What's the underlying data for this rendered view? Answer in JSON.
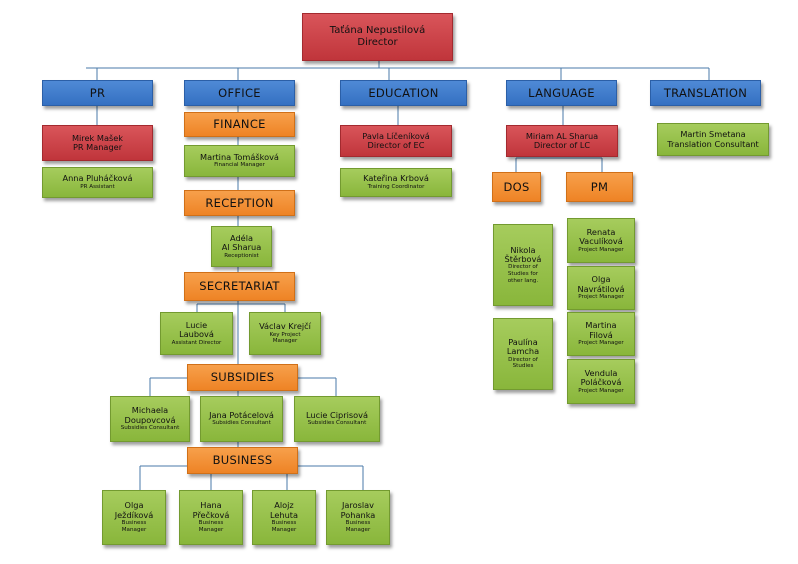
{
  "director": {
    "name": "Taťána Nepustilová",
    "title": "Director"
  },
  "departments": [
    {
      "key": "pr",
      "label": "PR"
    },
    {
      "key": "office",
      "label": "OFFICE"
    },
    {
      "key": "education",
      "label": "EDUCATION"
    },
    {
      "key": "language",
      "label": "LANGUAGE"
    },
    {
      "key": "translation",
      "label": "TRANSLATION"
    }
  ],
  "pr": {
    "manager": {
      "name": "Mirek Mašek",
      "title": "PR Manager"
    },
    "assistant": {
      "name": "Anna Pluháčková",
      "title": "PR Assistant"
    }
  },
  "office": {
    "finance": {
      "label": "FINANCE",
      "staff": [
        {
          "name": "Martina Tomášková",
          "title": "Financial Manager"
        }
      ]
    },
    "reception": {
      "label": "RECEPTION",
      "staff": [
        {
          "name_lines": [
            "Adéla",
            "Al Sharua"
          ],
          "title": "Receptionist"
        }
      ]
    },
    "secretariat": {
      "label": "SECRETARIAT",
      "staff": [
        {
          "name_lines": [
            "Lucie",
            "Laubová"
          ],
          "title": "Assistant Director"
        },
        {
          "name_lines": [
            "Václav Krejčí"
          ],
          "title_lines": [
            "Key Project",
            "Manager"
          ]
        }
      ]
    },
    "subsidies": {
      "label": "SUBSIDIES",
      "staff": [
        {
          "name_lines": [
            "Michaela",
            "Doupovcová"
          ],
          "title": "Subsidies Consultant"
        },
        {
          "name_lines": [
            "Jana Potácelová"
          ],
          "title": "Subsidies Consultant"
        },
        {
          "name_lines": [
            "Lucie Ciprisová"
          ],
          "title": "Subsidies Consultant"
        }
      ]
    },
    "business": {
      "label": "BUSINESS",
      "staff": [
        {
          "name_lines": [
            "Olga",
            "Ježdíková"
          ],
          "title_lines": [
            "Business",
            "Manager"
          ]
        },
        {
          "name_lines": [
            "Hana",
            "Přečková"
          ],
          "title_lines": [
            "Business",
            "Manager"
          ]
        },
        {
          "name_lines": [
            "Alojz",
            "Lehuta"
          ],
          "title_lines": [
            "Business",
            "Manager"
          ]
        },
        {
          "name_lines": [
            "Jaroslav",
            "Pohanka"
          ],
          "title_lines": [
            "Business",
            "Manager"
          ]
        }
      ]
    }
  },
  "education": {
    "director": {
      "name": "Pavla Líčeníková",
      "title": "Director of EC"
    },
    "coordinator": {
      "name": "Kateřina Krbová",
      "title": "Training Coordinator"
    }
  },
  "language": {
    "director": {
      "name": "Miriam AL Sharua",
      "title": "Director of LC"
    },
    "dos": {
      "label": "DOS",
      "staff": [
        {
          "name_lines": [
            "Nikola",
            "Štěrbová"
          ],
          "title_lines": [
            "Director of",
            "Studies for",
            "other lang."
          ]
        },
        {
          "name_lines": [
            "Paulína",
            "Lamcha"
          ],
          "title_lines": [
            "Director of",
            "Studies"
          ]
        }
      ]
    },
    "pm": {
      "label": "PM",
      "staff": [
        {
          "name_lines": [
            "Renata",
            "Vaculíková"
          ],
          "title": "Project Manager"
        },
        {
          "name_lines": [
            "Olga",
            "Navrátilová"
          ],
          "title": "Project Manager"
        },
        {
          "name_lines": [
            "Martina",
            "Filová"
          ],
          "title": "Project Manager"
        },
        {
          "name_lines": [
            "Vendula",
            "Poláčková"
          ],
          "title": "Project Manager"
        }
      ]
    }
  },
  "translation": {
    "consultant": {
      "name": "Martin Smetana",
      "title": "Translation Consultant"
    }
  },
  "colors": {
    "director": "#c9393f",
    "department": "#3f7bcb",
    "section": "#f28e33",
    "staff": "#96c04a",
    "connector": "#4a7aa8"
  }
}
